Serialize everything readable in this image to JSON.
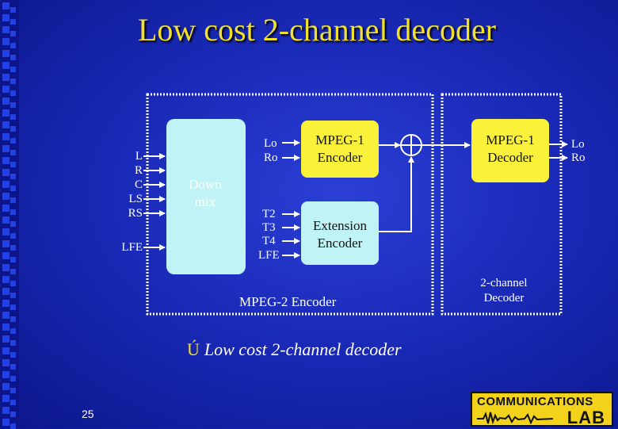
{
  "slide": {
    "title": "Low cost 2-channel decoder",
    "page_number": "25",
    "bullet_mark": "Ú",
    "bullet_text": "Low cost 2-channel decoder"
  },
  "diagram": {
    "inputs": [
      "L",
      "R",
      "C",
      "LS",
      "RS"
    ],
    "lfe_input": "LFE",
    "downmix_label": "Down\nmix",
    "downmix_outputs": [
      "Lo",
      "Ro"
    ],
    "extension_inputs": [
      "T2",
      "T3",
      "T4",
      "LFE"
    ],
    "mpeg1_encoder": "MPEG-1\nEncoder",
    "extension_encoder": "Extension\nEncoder",
    "mpeg1_decoder": "MPEG-1\nDecoder",
    "decoder_outputs": [
      "Lo",
      "Ro"
    ],
    "encoder_group_label": "MPEG-2 Encoder",
    "decoder_group_label": "2-channel\nDecoder"
  },
  "logo": {
    "line1": "COMMUNICATIONS",
    "line2": "LAB"
  },
  "colors": {
    "background": "#1a2ab8",
    "title": "#f2e02a",
    "box_cyan": "#bff3f5",
    "box_yellow": "#faf23a"
  }
}
